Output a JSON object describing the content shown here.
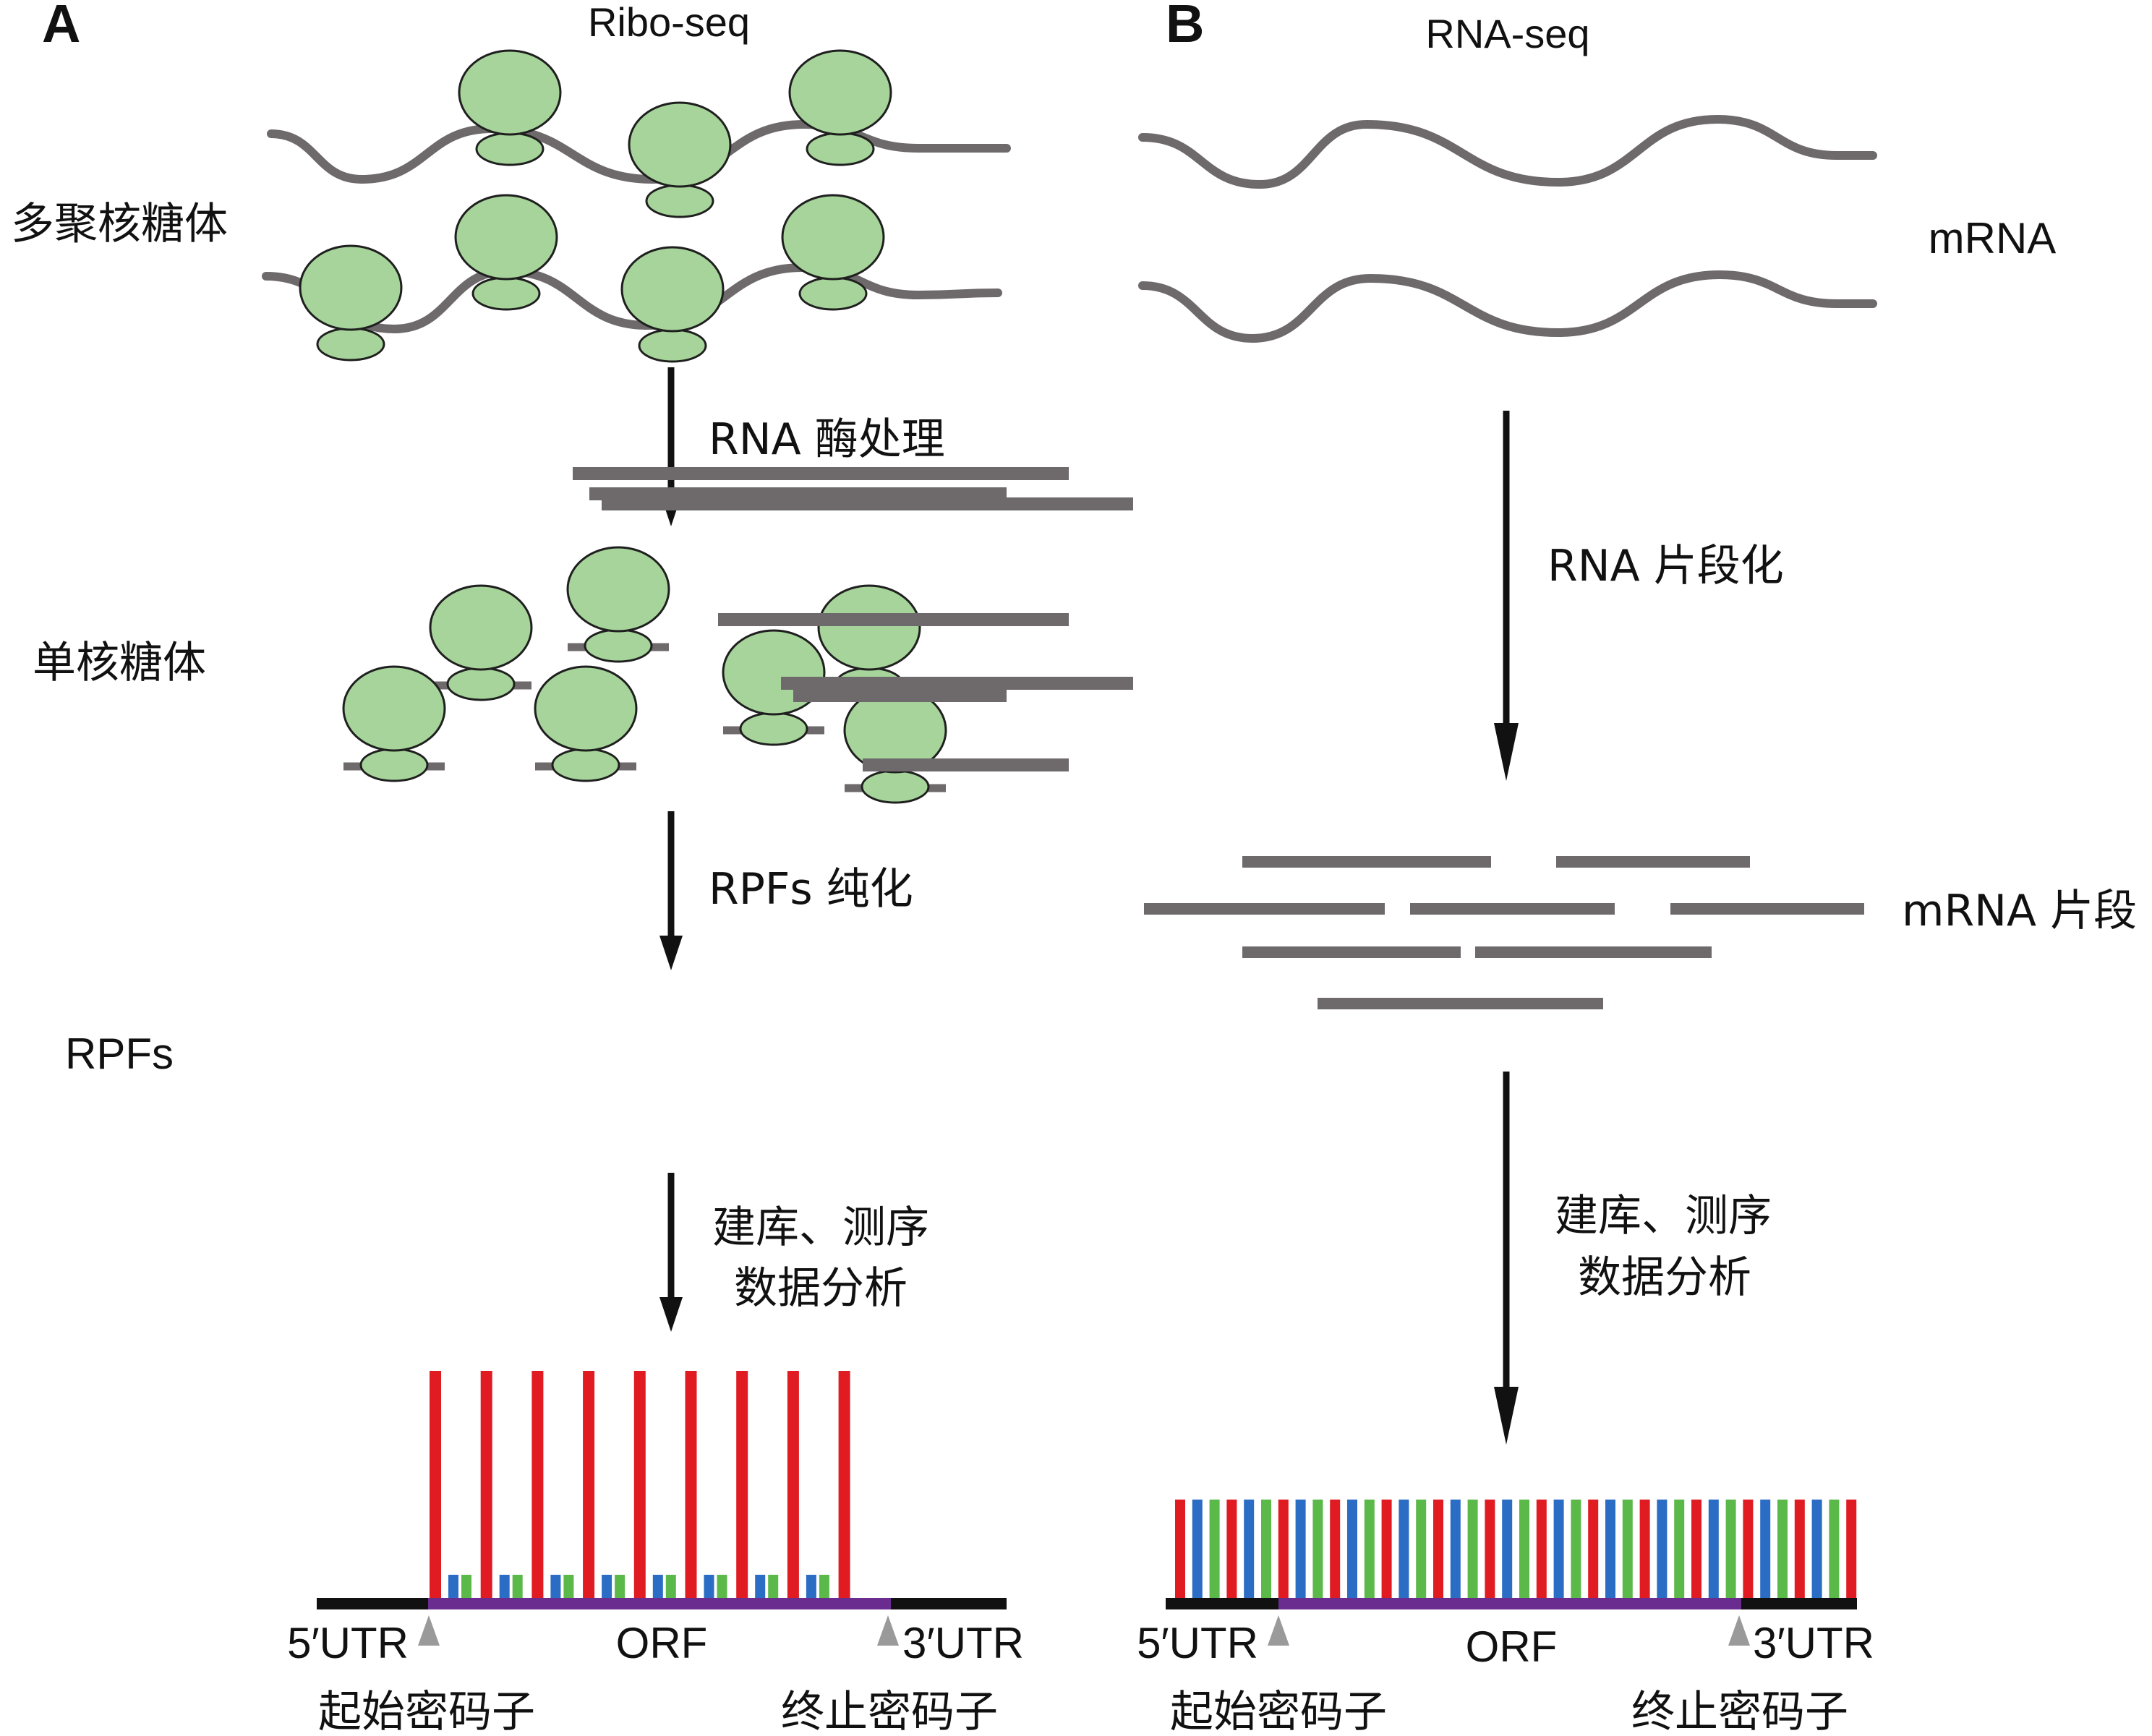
{
  "colors": {
    "ribosome_fill": "#a6d49a",
    "ribosome_stroke": "#1f1f1f",
    "mrna": "#6e6a6b",
    "arrow": "#111111",
    "bar_red": "#e01b22",
    "bar_blue": "#2b6cc4",
    "bar_green": "#5bb94a",
    "utr_line": "#111111",
    "orf_line": "#6a2d8f",
    "codon_marker": "#9a9a9a"
  },
  "panel_a": {
    "letter": "A",
    "title": "Ribo-seq",
    "labels": {
      "polysome": "多聚核糖体",
      "monosome": "单核糖体",
      "rpfs": "RPFs"
    },
    "steps": {
      "rnase": "RNA 酶处理",
      "purify": "RPFs 纯化",
      "library": "建库、测序",
      "analysis": "数据分析"
    },
    "track": {
      "utr5": "5′UTR",
      "orf": "ORF",
      "utr3": "3′UTR",
      "start_codon": "起始密码子",
      "stop_codon": "终止密码子"
    }
  },
  "panel_b": {
    "letter": "B",
    "title": "RNA-seq",
    "labels": {
      "mrna": "mRNA",
      "fragments": "mRNA 片段"
    },
    "steps": {
      "fragment": "RNA 片段化",
      "library": "建库、测序",
      "analysis": "数据分析"
    },
    "track": {
      "utr5": "5′UTR",
      "orf": "ORF",
      "utr3": "3′UTR",
      "start_codon": "起始密码子",
      "stop_codon": "终止密码子"
    }
  }
}
